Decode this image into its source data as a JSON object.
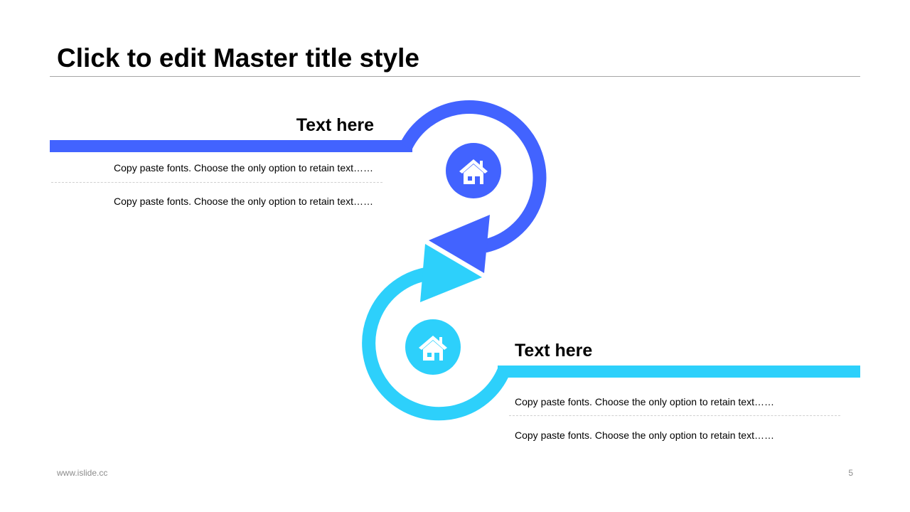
{
  "slide": {
    "title": "Click to edit Master title style",
    "footer_url": "www.islide.cc",
    "page_number": "5"
  },
  "colors": {
    "accent_blue": "#4263ff",
    "accent_cyan": "#2dd0fb",
    "rule_gray": "#a6a6a6",
    "dash_gray": "#d0d0d0"
  },
  "items": [
    {
      "heading": "Text here",
      "lines": [
        "Copy paste fonts. Choose the only option to retain text……",
        "Copy paste fonts. Choose the only option to retain text……"
      ],
      "icon": "house-icon"
    },
    {
      "heading": "Text here",
      "lines": [
        "Copy paste fonts. Choose the only option to retain text……",
        "Copy paste fonts. Choose the only option to retain text……"
      ],
      "icon": "house-icon"
    }
  ]
}
